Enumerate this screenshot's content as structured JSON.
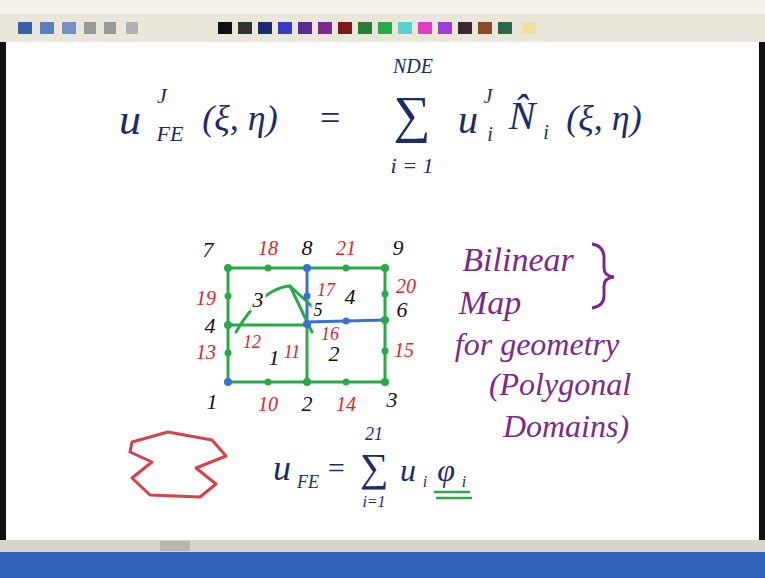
{
  "diagram": {
    "labels": [
      "u",
      "J",
      "FE",
      "(ξ, η)",
      "=",
      "NDE",
      "∑",
      "i = 1",
      "u",
      "i",
      "J",
      "N̂",
      "i",
      "(ξ, η)",
      "7",
      "18",
      "8",
      "21",
      "9",
      "19",
      "4",
      "13",
      "1",
      "10",
      "2",
      "14",
      "3",
      "20",
      "6",
      "15",
      "3",
      "4",
      "1",
      "2",
      "12",
      "11",
      "17",
      "5",
      "16",
      "Bilinear",
      "Map",
      "for geometry",
      "(Polygonal",
      "Domains)",
      "u",
      "FE",
      "=",
      "21",
      "∑",
      "i=1",
      "u",
      "i",
      "φ",
      "i"
    ]
  }
}
